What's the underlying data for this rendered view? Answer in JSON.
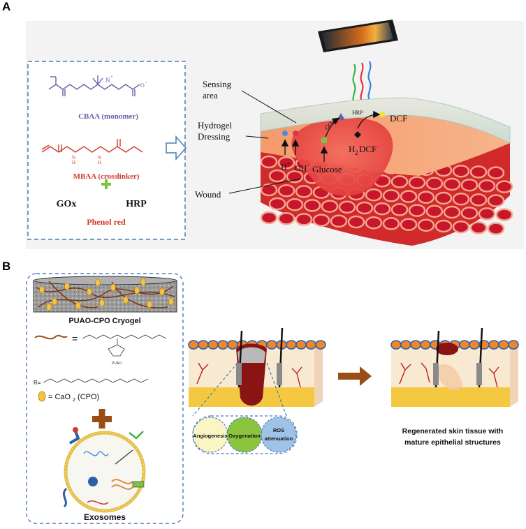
{
  "panel_a": {
    "letter": "A",
    "cbaa_label": "CBAA (monomer)",
    "mbaa_label": "MBAA (crosslinker)",
    "gox_label": "GOx",
    "hrp_label": "HRP",
    "phenol_red_label": "Phenol red",
    "sensing_area_line1": "Sensing",
    "sensing_area_line2": "area",
    "hydrogel_line1": "Hydrogel",
    "hydrogel_line2": "Dressing",
    "wound_label": "Wound",
    "glucose_label": "Glucose",
    "h_ion": "H",
    "h_sup": "+",
    "oh_ion": "OH",
    "oh_sup": "-",
    "gox_arrow_label": "GOx",
    "hrp_arrow_label": "HRP",
    "dcf_label": "DCF",
    "h2dcf_h": "H",
    "h2dcf_sub": "2",
    "h2dcf_rest": "DCF",
    "carboxylate_o": "O",
    "carboxylate_minus": "-",
    "ammonium_n": "N",
    "ammonium_plus": "+",
    "amide_n": "N",
    "amide_h": "H"
  },
  "panel_b": {
    "letter": "B",
    "cryogel_label": "PUAO-CPO Cryogel",
    "equals": "=",
    "puao_small": "PUAO",
    "r_prefix": "R=",
    "cao2_label": "= CaO",
    "cao2_sub": "2",
    "cao2_suffix": " (CPO)",
    "exosomes_label": "Exosomes",
    "angiogenesis_label": "Angiogenesis",
    "oxygenation_label": "Oxygenation",
    "ros_line1": "ROS",
    "ros_line2": "attenuation",
    "regenerated_line1": "Regenerated skin tissue with",
    "regenerated_line2": "mature epithelial structures"
  },
  "colors": {
    "dashed_box": "#4a7ab8",
    "cbaa_text": "#6b5fa8",
    "mbaa_text": "#d0392b",
    "plus_green": "#7dc242",
    "phenol_red": "#d0392b",
    "arrow_brown": "#9a4d15",
    "angiogenesis_circle": "#fbf5c4",
    "oxygenation_circle": "#8bc53f",
    "ros_circle": "#9ec3e6"
  }
}
